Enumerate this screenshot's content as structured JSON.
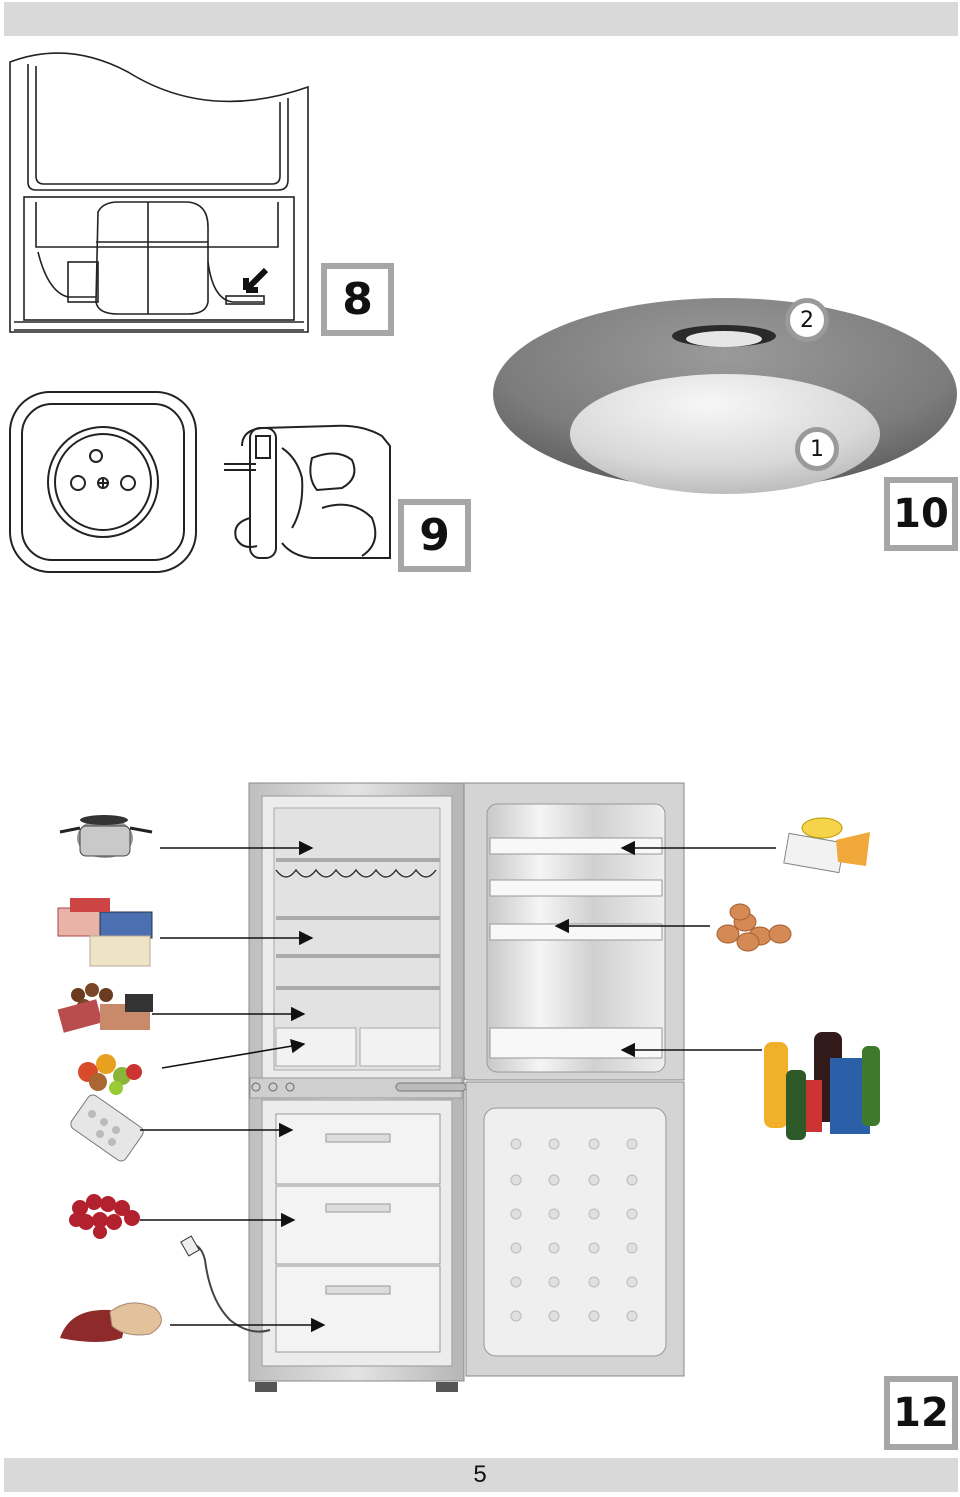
{
  "figures": {
    "fig8": "8",
    "fig9": "9",
    "fig10": "10",
    "fig12": "12"
  },
  "lamp_callouts": {
    "bulb": "2",
    "cover": "1"
  },
  "footer": {
    "page_number": "5"
  },
  "colors": {
    "band": "#d9d9d9",
    "frame": "#a6a6a6"
  }
}
